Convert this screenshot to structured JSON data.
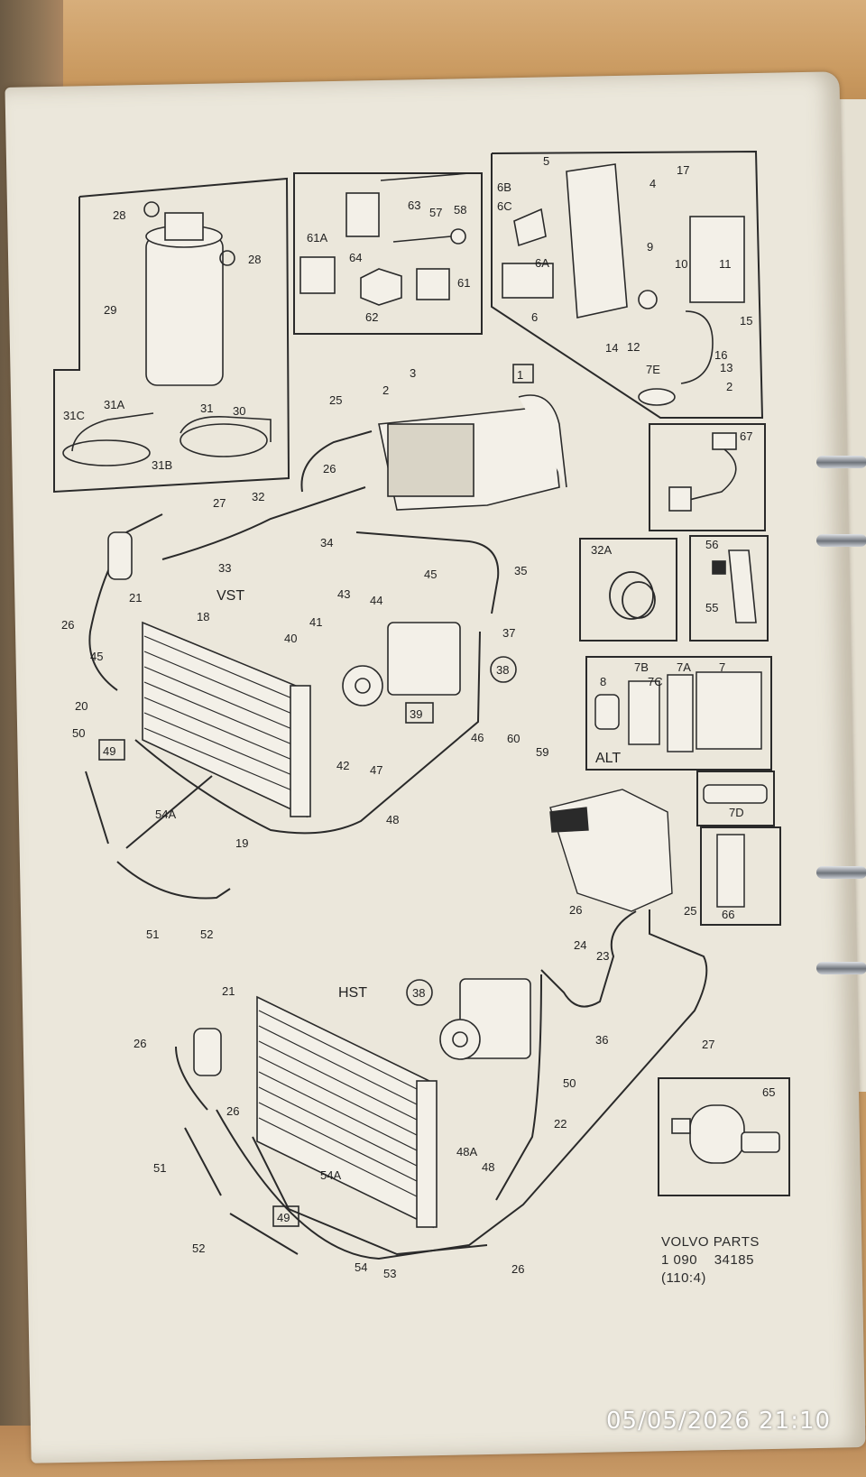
{
  "diagram": {
    "vst_label": "VST",
    "hst_label": "HST",
    "alt_label": "ALT",
    "boxed_1": "1",
    "boxed_32a": "32A",
    "boxed_39": "39",
    "boxed_49_top": "49",
    "boxed_49_bottom": "49",
    "circled_38_top": "38",
    "circled_38_bottom": "38",
    "labels": {
      "l28a": "28",
      "l28b": "28",
      "l29": "29",
      "l31a": "31A",
      "l31": "31",
      "l30": "30",
      "l31c": "31C",
      "l31b": "31B",
      "l63": "63",
      "l57": "57",
      "l58": "58",
      "l61a": "61A",
      "l64": "64",
      "l62": "62",
      "l61": "61",
      "l5": "5",
      "l17": "17",
      "l6b": "6B",
      "l6c": "6C",
      "l4": "4",
      "l9": "9",
      "l6a": "6A",
      "l10": "10",
      "l11": "11",
      "l6": "6",
      "l15": "15",
      "l12": "12",
      "l16": "16",
      "l14": "14",
      "l13": "13",
      "l7e": "7E",
      "l2a": "2",
      "l2": "2",
      "l3": "3",
      "l25a": "25",
      "l26a": "26",
      "l67": "67",
      "l27a": "27",
      "l32": "32",
      "l34": "34",
      "l33": "33",
      "l35": "35",
      "l21a": "21",
      "l26b": "26",
      "l45a": "45",
      "l18": "18",
      "l43": "43",
      "l44": "44",
      "l45b": "45",
      "l37": "37",
      "l40": "40",
      "l41": "41",
      "l20": "20",
      "l50a": "50",
      "l42": "42",
      "l60": "60",
      "l59": "59",
      "l47": "47",
      "l46": "46",
      "l54a": "54A",
      "l19": "19",
      "l48a": "48",
      "l51a": "51",
      "l52a": "52",
      "l56": "56",
      "l55": "55",
      "l8": "8",
      "l7b": "7B",
      "l7c": "7C",
      "l7a": "7A",
      "l7": "7",
      "l7d": "7D",
      "l66": "66",
      "l26c": "26",
      "l25b": "25",
      "l24": "24",
      "l23": "23",
      "l36": "36",
      "l27b": "27",
      "l21b": "21",
      "l26d": "26",
      "l26e": "26",
      "l50b": "50",
      "l22": "22",
      "l65": "65",
      "l51b": "51",
      "l54ab": "54A",
      "l48ab": "48A",
      "l48b": "48",
      "l52b": "52",
      "l54": "54",
      "l53": "53",
      "l26f": "26"
    }
  },
  "footer": {
    "line1": "VOLVO PARTS",
    "line2": "1 090    34185",
    "line3": "(110:4)"
  },
  "timestamp": "05/05/2026 21:10"
}
